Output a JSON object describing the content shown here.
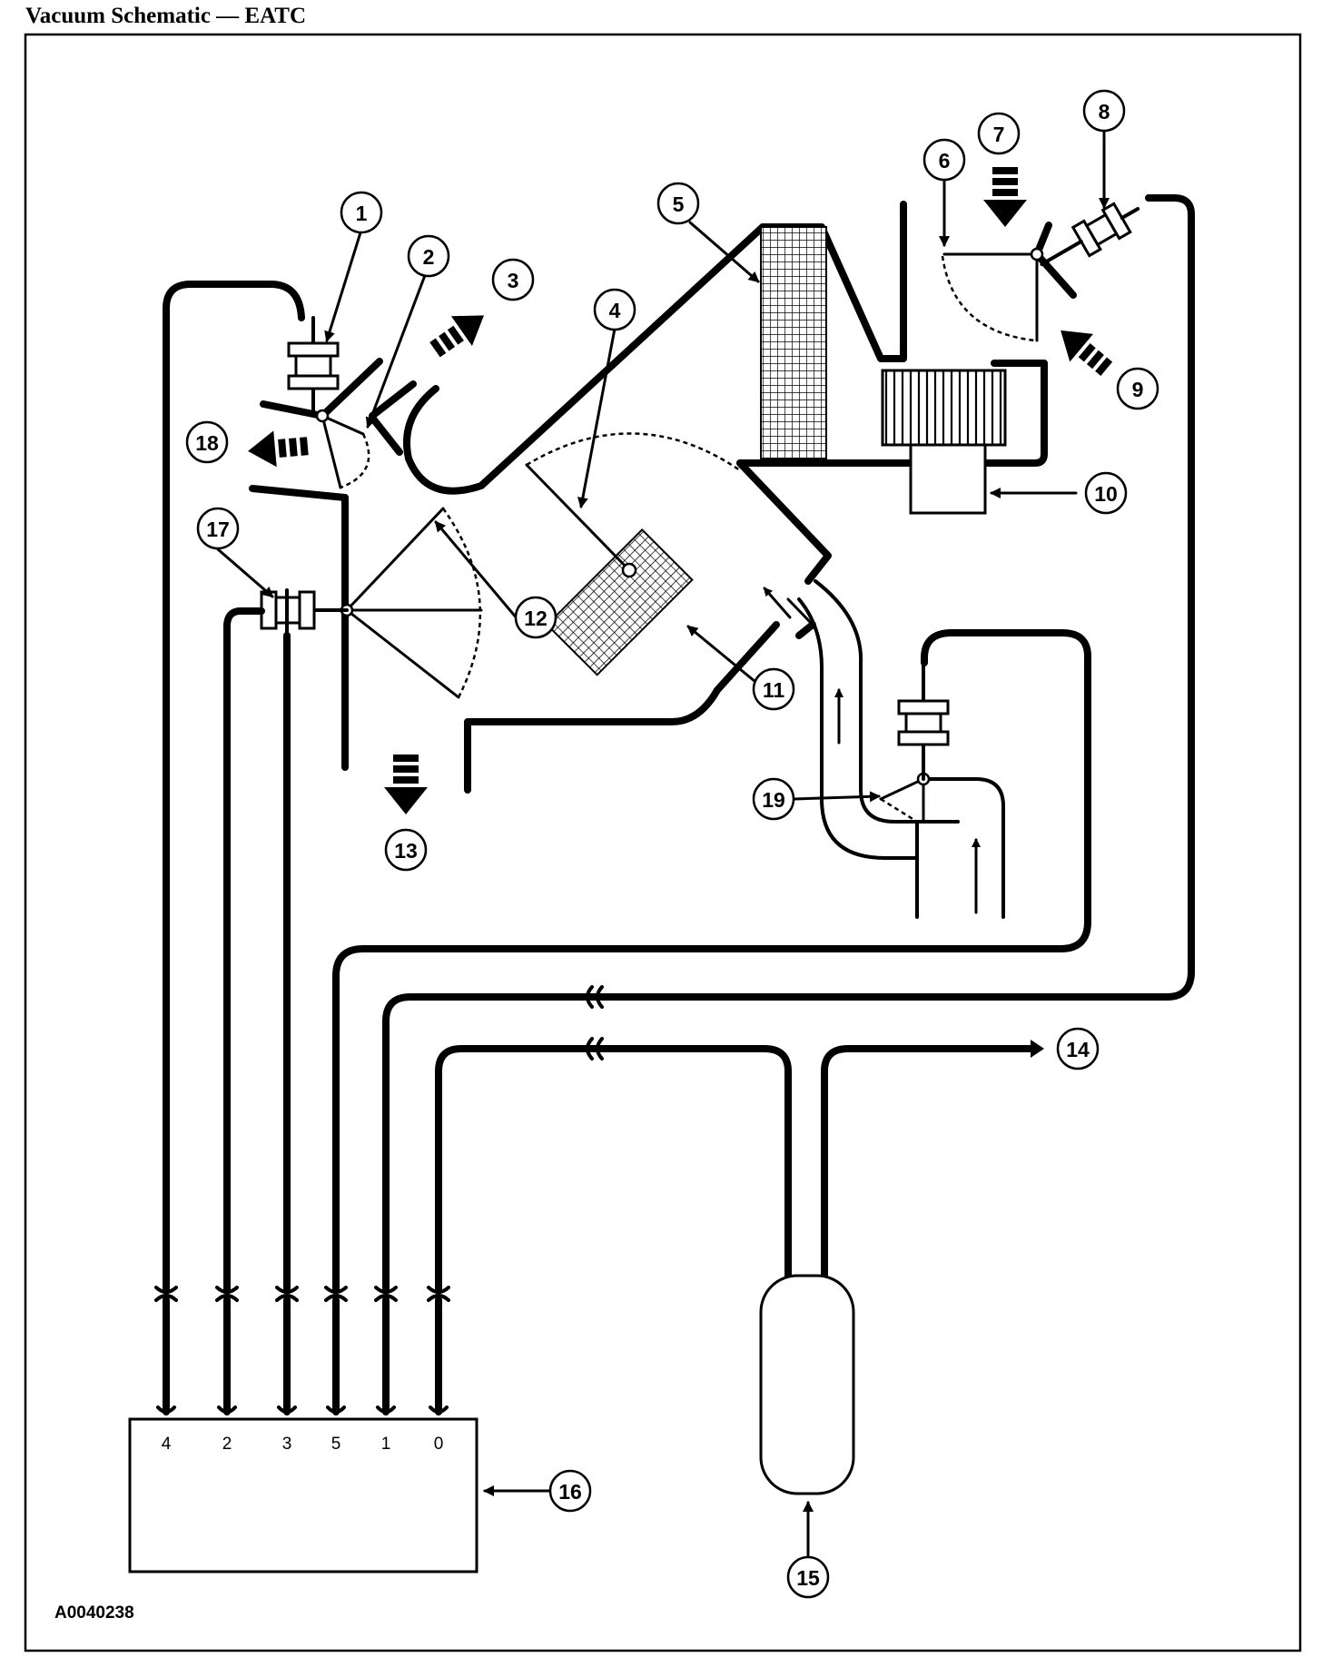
{
  "title": "Vacuum Schematic — EATC",
  "figure_id": "A0040238",
  "callouts": [
    "1",
    "2",
    "3",
    "4",
    "5",
    "6",
    "7",
    "8",
    "9",
    "10",
    "11",
    "12",
    "13",
    "14",
    "15",
    "16",
    "17",
    "18",
    "19"
  ],
  "control_ports": [
    "4",
    "2",
    "3",
    "5",
    "1",
    "0"
  ]
}
